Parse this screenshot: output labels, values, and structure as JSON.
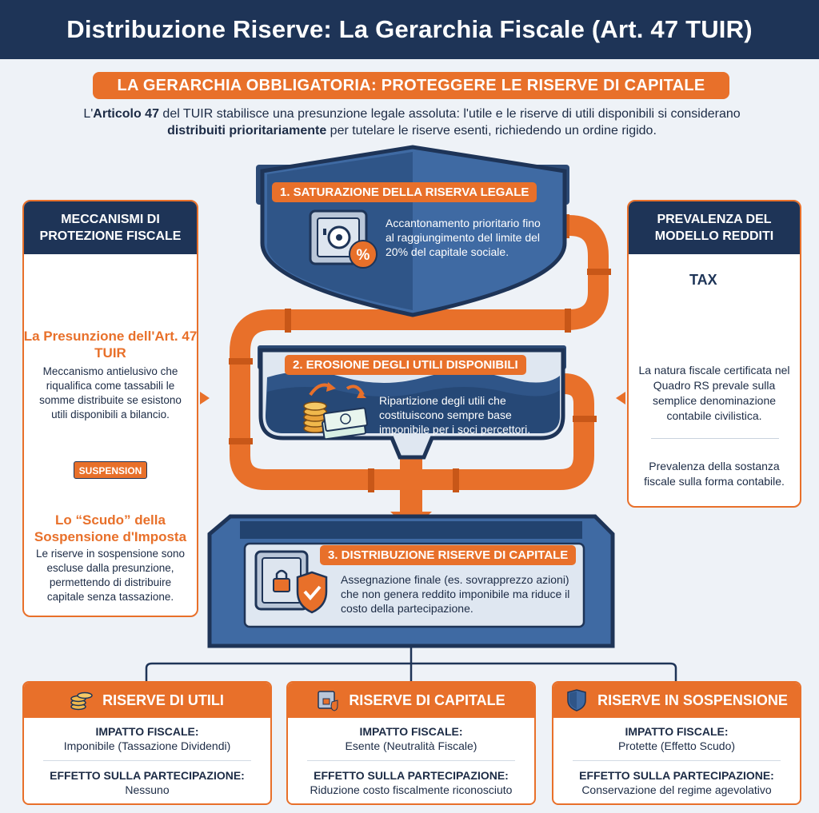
{
  "header": {
    "title": "Distribuzione Riserve: La Gerarchia Fiscale (Art. 47 TUIR)"
  },
  "banner": {
    "text": "LA GERARCHIA OBBLIGATORIA: PROTEGGERE LE RISERVE DI CAPITALE"
  },
  "intro": {
    "p1": "L'",
    "p1b": "Articolo 47",
    "p2": " del TUIR stabilisce una presunzione legale assoluta: l'utile e le riserve di utili disponibili si considerano ",
    "p2b": "distribuiti prioritariamente",
    "p3": " per tutelare le riserve esenti, richiedendo un ordine rigido."
  },
  "left_panel": {
    "title": "MECCANISMI DI PROTEZIONE FISCALE",
    "section1_title": "La Presunzione dell'Art. 47 TUIR",
    "section1_text": "Meccanismo antielusivo che riqualifica come tassabili le somme distribuite se esistono utili disponibili a bilancio.",
    "badge": "SUSPENSION",
    "section2_title": "Lo “Scudo” della Sospensione d'Imposta",
    "section2_text": "Le riserve in sospensione sono escluse dalla presunzione, permettendo di distribuire capitale senza tassazione."
  },
  "right_panel": {
    "title": "PREVALENZA DEL MODELLO REDDITI",
    "doc_label": "TAX",
    "text1": "La natura fiscale certificata nel Quadro RS prevale sulla semplice denominazione contabile civilistica.",
    "text2": "Prevalenza della sostanza fiscale sulla forma contabile."
  },
  "stages": [
    {
      "title": "1. SATURAZIONE DELLA RISERVA LEGALE",
      "text": "Accantonamento prioritario fino al raggiungimento del limite del 20% del capitale sociale."
    },
    {
      "title": "2. EROSIONE DEGLI UTILI DISPONIBILI",
      "text": "Ripartizione degli utili che costituiscono sempre base imponibile per i soci percettori."
    },
    {
      "title": "3. DISTRIBUZIONE RISERVE DI CAPITALE",
      "text": "Assegnazione finale (es. sovrapprezzo azioni) che non genera reddito imponibile ma riduce il costo della partecipazione."
    }
  ],
  "cards": [
    {
      "title": "RISERVE DI UTILI",
      "impact_label": "IMPATTO FISCALE:",
      "impact_value": "Imponibile (Tassazione Dividendi)",
      "effect_label": "EFFETTO SULLA PARTECIPAZIONE:",
      "effect_value": "Nessuno"
    },
    {
      "title": "RISERVE DI CAPITALE",
      "impact_label": "IMPATTO FISCALE:",
      "impact_value": "Esente (Neutralità Fiscale)",
      "effect_label": "EFFETTO SULLA PARTECIPAZIONE:",
      "effect_value": "Riduzione costo fiscalmente riconosciuto"
    },
    {
      "title": "RISERVE IN SOSPENSIONE",
      "impact_label": "IMPATTO FISCALE:",
      "impact_value": "Protette (Effetto Scudo)",
      "effect_label": "EFFETTO SULLA PARTECIPAZIONE:",
      "effect_value": "Conservazione del regime agevolativo"
    }
  ],
  "colors": {
    "navy": "#1e3457",
    "orange": "#e8702a",
    "blue": "#3f6aa3",
    "light": "#eef2f7"
  },
  "icons": [
    "scales-icon",
    "shield-icon",
    "safe-icon",
    "percent-icon",
    "coins-icon",
    "cash-icon",
    "tax-document-icon",
    "stamp-icon",
    "lock-icon",
    "check-shield-icon"
  ]
}
